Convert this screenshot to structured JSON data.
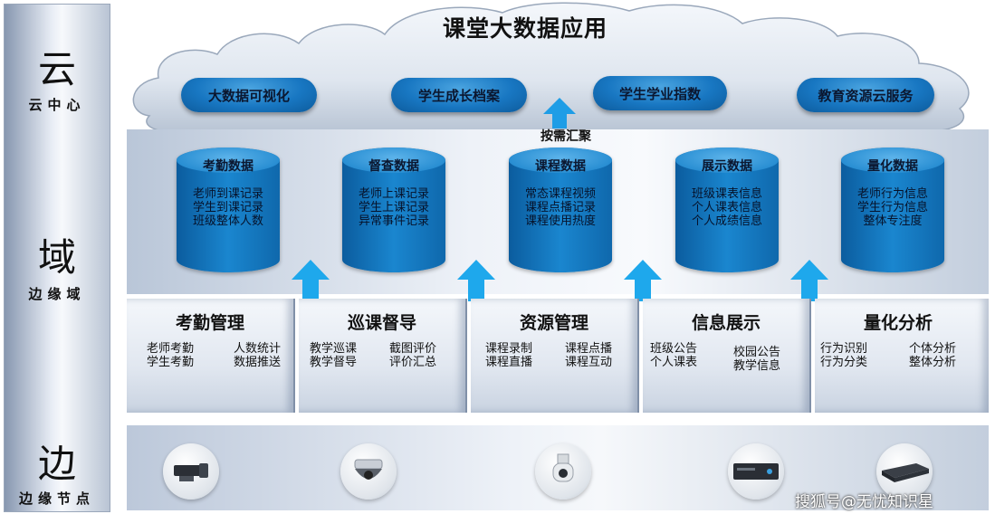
{
  "tiers": {
    "cloud": {
      "big": "云",
      "small": "云中心"
    },
    "edge_domain": {
      "big": "域",
      "small": "边缘域"
    },
    "edge_node": {
      "big": "边",
      "small": "边缘节点"
    }
  },
  "cloud": {
    "title": "课堂大数据应用",
    "services": [
      "大数据可视化",
      "学生成长档案",
      "学生学业指数",
      "教育资源云服务"
    ]
  },
  "aggregation_label": "按需汇聚",
  "data_stores": [
    {
      "title": "考勤数据",
      "lines": [
        "老师到课记录",
        "学生到课记录",
        "班级整体人数"
      ]
    },
    {
      "title": "督查数据",
      "lines": [
        "老师上课记录",
        "学生上课记录",
        "异常事件记录"
      ]
    },
    {
      "title": "课程数据",
      "lines": [
        "常态课程视频",
        "课程点播记录",
        "课程使用热度"
      ]
    },
    {
      "title": "展示数据",
      "lines": [
        "班级课表信息",
        "个人课表信息",
        "个人成绩信息"
      ]
    },
    {
      "title": "量化数据",
      "lines": [
        "老师行为信息",
        "学生行为信息",
        "整体专注度"
      ]
    }
  ],
  "management": [
    {
      "title": "考勤管理",
      "left": [
        "老师考勤",
        "学生考勤"
      ],
      "right": [
        "人数统计",
        "数据推送"
      ]
    },
    {
      "title": "巡课督导",
      "left": [
        "教学巡课",
        "教学督导"
      ],
      "right": [
        "截图评价",
        "评价汇总"
      ]
    },
    {
      "title": "资源管理",
      "left": [
        "课程录制",
        "课程直播"
      ],
      "right": [
        "课程点播",
        "课程互动"
      ]
    },
    {
      "title": "信息展示",
      "left": [
        "班级公告",
        "个人课表"
      ],
      "right": [
        "校园公告",
        "教学信息"
      ]
    },
    {
      "title": "量化分析",
      "left": [
        "行为识别",
        "行为分类"
      ],
      "right": [
        "个体分析",
        "整体分析"
      ]
    }
  ],
  "devices": [
    "camera-box-icon",
    "dome-camera-icon",
    "ptz-camera-icon",
    "recorder-icon",
    "nvr-icon"
  ],
  "watermark": "搜狐号@无忧知识星"
}
